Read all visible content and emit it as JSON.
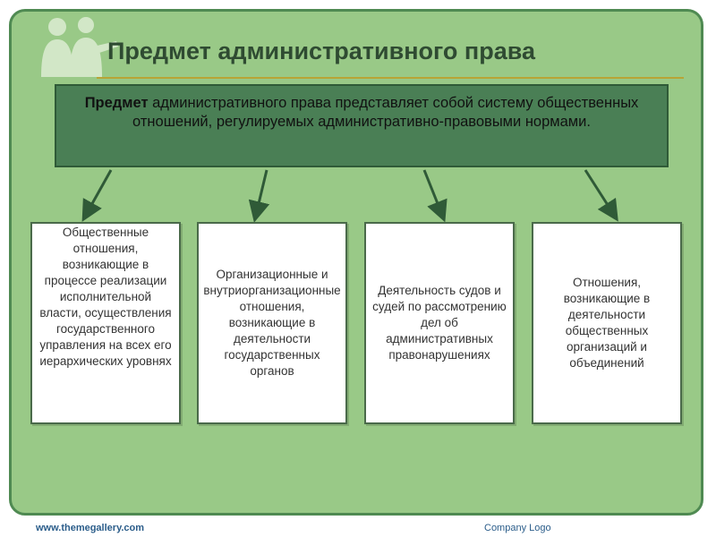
{
  "colors": {
    "slide_background": "#99c987",
    "definition_background": "#4a7f55",
    "title_text": "#2f4b32",
    "accent_line": "#b8a436",
    "footer_text": "#2b5d8a"
  },
  "title": "Предмет административного права",
  "definition": {
    "bold_lead": "Предмет",
    "text": " административного права представляет собой систему общественных отношений, регулируемых административно-правовыми нормами."
  },
  "cards": [
    "Общественные отношения, возникающие в процессе реализации исполнительной власти, осуществления государственного управления на всех его иерархических уровнях",
    "Организационные и внутриорганизационные отношения, возникающие в деятельности государственных органов",
    "Деятельность судов и судей по рассмотрению дел об административных правонарушениях",
    "Отношения, возникающие в деятельности общественных организаций и объединений"
  ],
  "footer": {
    "url": "www.themegallery.com",
    "logo": "Company Logo"
  }
}
